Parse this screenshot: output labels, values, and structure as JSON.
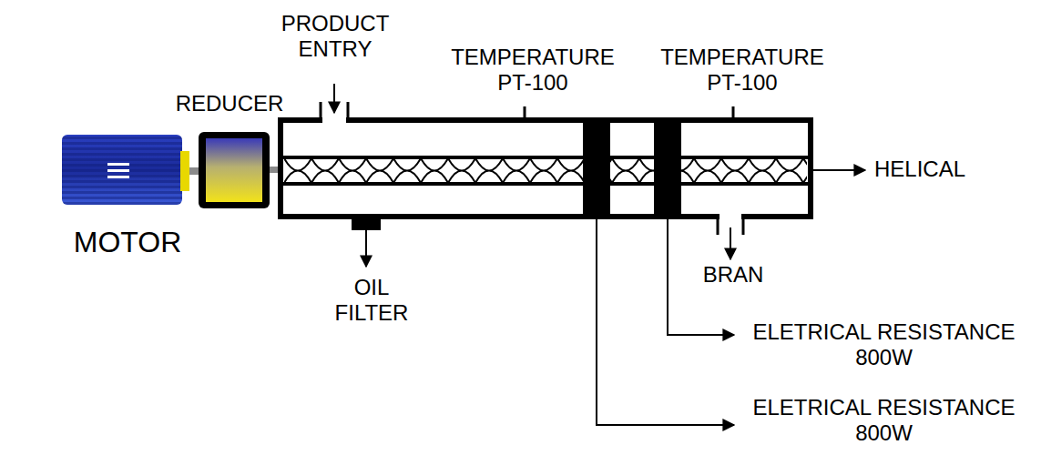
{
  "diagram": {
    "labels": [
      "PRODUCT ENTRY",
      "TEMPERATURE PT-100",
      "TEMPERATURE PT-100",
      "REDUCER",
      "HELICAL",
      "MOTOR",
      "OIL FILTER",
      "BRAN",
      "ELETRICAL RESISTANCE 800W",
      "ELETRICAL RESISTANCE 800W"
    ]
  }
}
